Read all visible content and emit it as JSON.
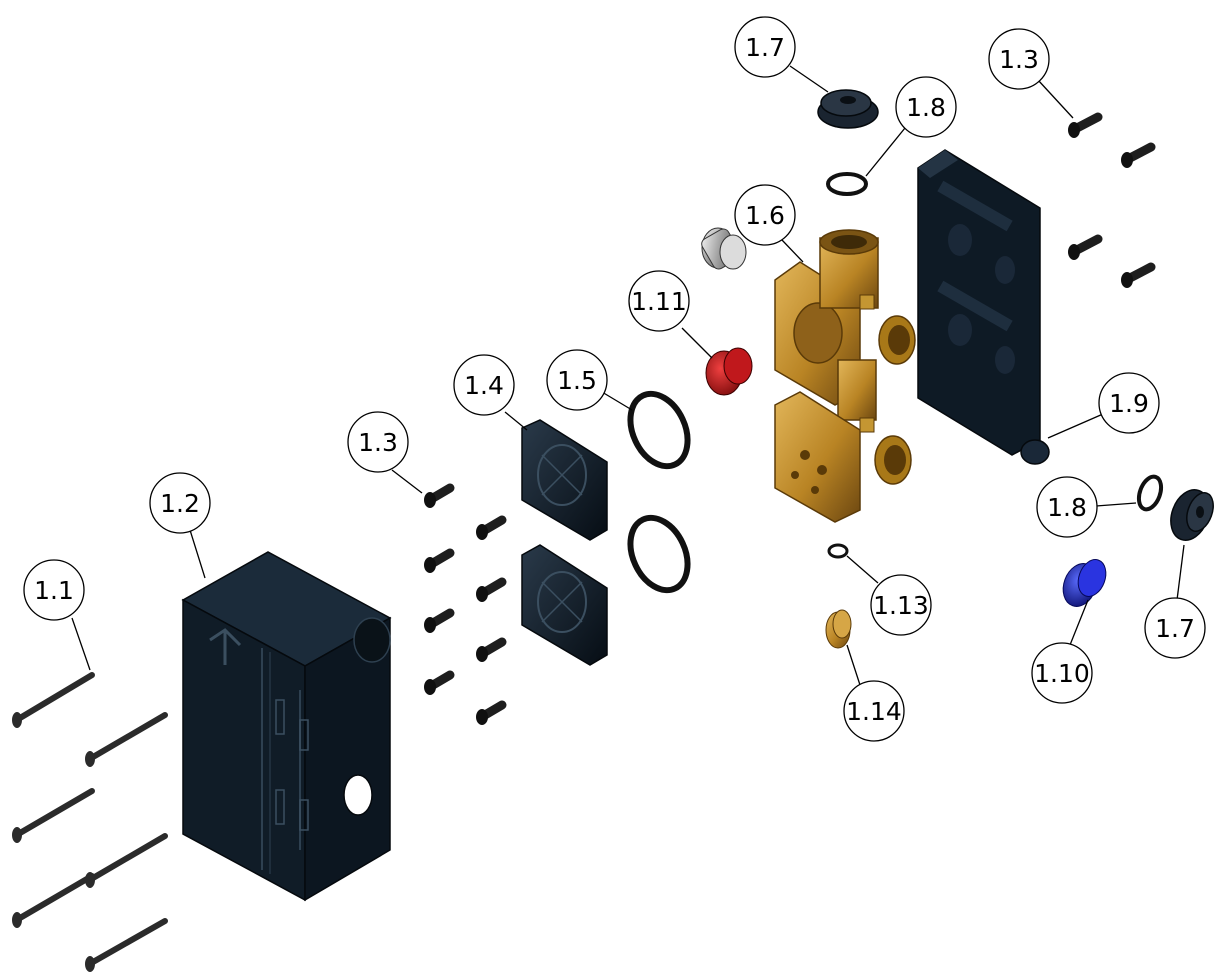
{
  "callouts": {
    "c_1_1": "1.1",
    "c_1_2": "1.2",
    "c_1_3_left": "1.3",
    "c_1_3_right": "1.3",
    "c_1_4": "1.4",
    "c_1_5": "1.5",
    "c_1_6": "1.6",
    "c_1_7_top": "1.7",
    "c_1_7_right": "1.7",
    "c_1_8_top": "1.8",
    "c_1_8_right": "1.8",
    "c_1_9": "1.9",
    "c_1_10": "1.10",
    "c_1_11": "1.11",
    "c_1_13": "1.13",
    "c_1_14": "1.14"
  },
  "colors": {
    "plastic_dark": "#0f1f2c",
    "brass": "#c3922e",
    "red_cap": "#b5161a",
    "blue_cap": "#1a22c8",
    "chrome": "#c8c8c8"
  }
}
